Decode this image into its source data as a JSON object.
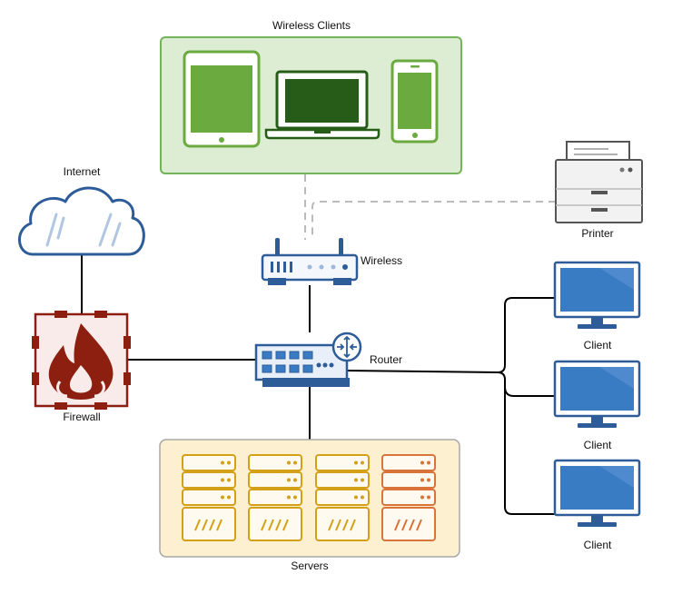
{
  "labels": {
    "wireless_clients": "Wireless Clients",
    "internet": "Internet",
    "firewall": "Firewall",
    "wireless": "Wireless",
    "router": "Router",
    "servers": "Servers",
    "printer": "Printer",
    "clients": [
      "Client",
      "Client",
      "Client"
    ]
  },
  "icons": {
    "tablet": "tablet-icon",
    "laptop": "laptop-icon",
    "phone": "phone-icon",
    "cloud": "cloud-icon",
    "firewall": "firewall-icon",
    "access_point": "wireless-access-point-icon",
    "router": "router-switch-icon",
    "printer": "printer-icon",
    "monitor": "monitor-icon",
    "server": "server-rack-icon"
  },
  "colors": {
    "green_panel": "#dcedd3",
    "green_border": "#73b35a",
    "green_device": "#6aaa3f",
    "dark_green": "#265c17",
    "yellow_panel": "#fcf0d0",
    "server_gold": "#d4a018",
    "server_orange": "#d8733a",
    "blue": "#3a7cc4",
    "navy": "#2d5c99",
    "firewall_red": "#8c1f10",
    "firewall_bg": "#f8ebea",
    "line": "#000000",
    "dashed": "#bbbbbb"
  }
}
